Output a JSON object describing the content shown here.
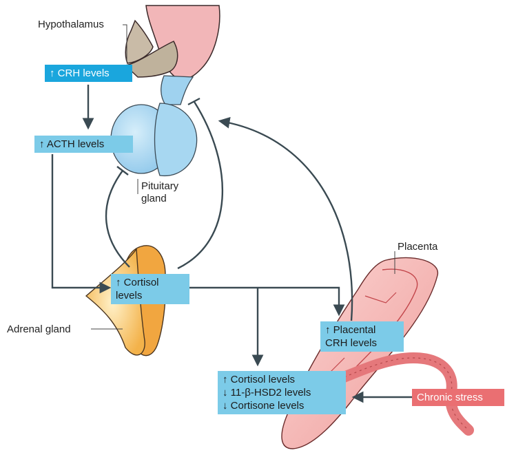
{
  "labels": {
    "hypothalamus": "Hypothalamus",
    "pituitary_line1": "Pituitary",
    "pituitary_line2": "gland",
    "adrenal": "Adrenal gland",
    "placenta": "Placenta"
  },
  "boxes": {
    "crh": "↑ CRH levels",
    "acth": "↑ ACTH levels",
    "cortisol_line1": "↑ Cortisol",
    "cortisol_line2": "levels",
    "placental_line1": "↑ Placental",
    "placental_line2": "CRH levels",
    "effects_line1": "↑ Cortisol levels",
    "effects_line2": "↓ 11-β-HSD2 levels",
    "effects_line3": "↓ Cortisone levels",
    "stress": "Chronic stress"
  },
  "colors": {
    "box_dark_blue": "#1aa6dd",
    "box_light_blue": "#7ccbe8",
    "box_red": "#ea6f72",
    "arrow": "#3a4a52",
    "pituitary": "#9fd2ef",
    "hypothalamus_tissue": "#f2b6b8",
    "adrenal": "#f7bf5c",
    "placenta": "#f1a8a6"
  }
}
